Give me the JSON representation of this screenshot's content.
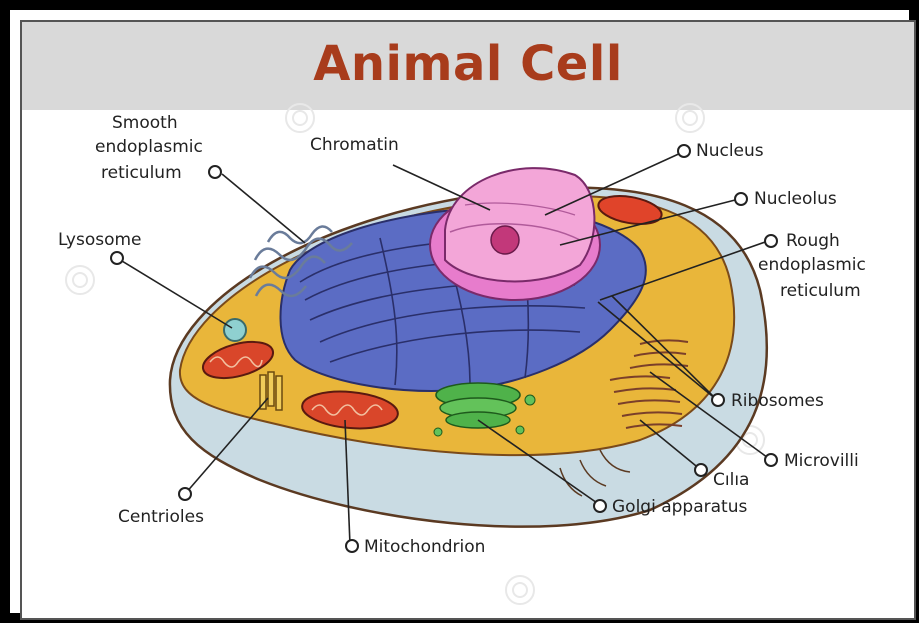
{
  "title": "Animal Cell",
  "labels": {
    "smooth_er": [
      "Smooth",
      "endoplasmic",
      "reticulum"
    ],
    "chromatin": "Chromatin",
    "nucleus": "Nucleus",
    "nucleolus": "Nucleolus",
    "rough_er": [
      "Rough",
      "endoplasmic",
      "reticulum"
    ],
    "lysosome": "Lysosome",
    "ribosomes": "Ribosomes",
    "microvilli": "Microvilli",
    "cilia": "Cılıa",
    "golgi": "Golgi apparatus",
    "centrioles": "Centrioles",
    "mitochondrion": "Mitochondrion"
  },
  "colors": {
    "title": "#a83c1c",
    "banner": "#d9d9d9",
    "cytoplasm": "#e9b63a",
    "membrane_outer": "#c9dbe3",
    "er": "#5b6cc4",
    "nucleus": "#f3a6d8",
    "golgi": "#4fb24a",
    "mitochondria": "#d9462a"
  }
}
